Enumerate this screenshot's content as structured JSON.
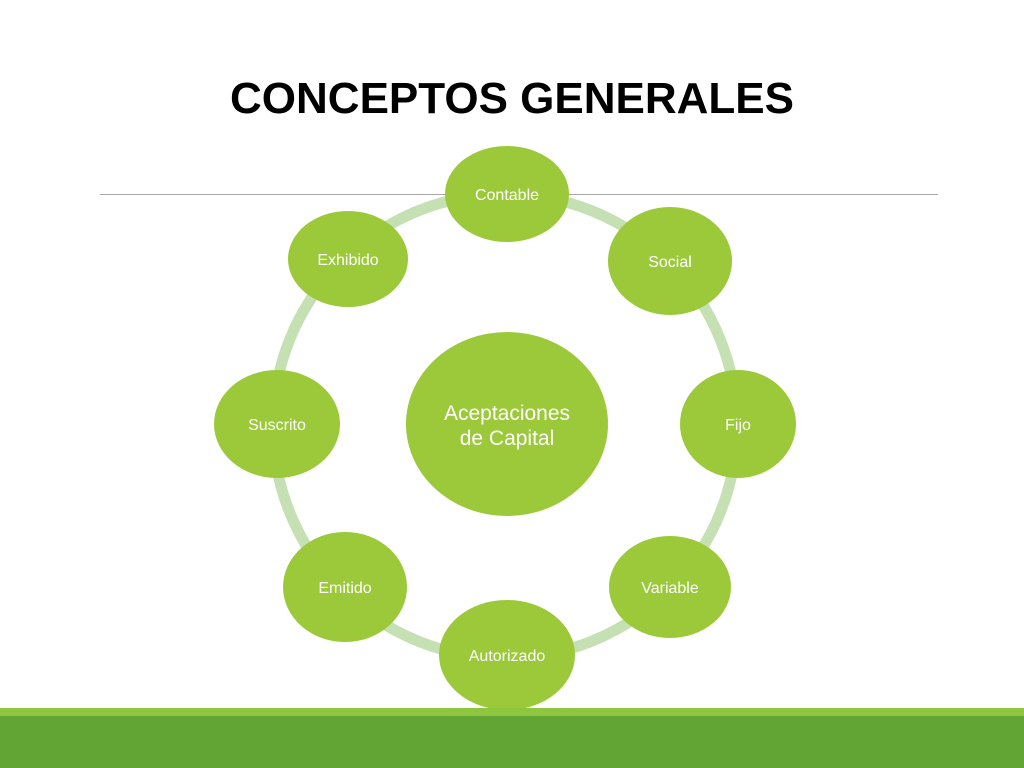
{
  "slide": {
    "title": "CONCEPTOS GENERALES"
  },
  "diagram": {
    "center": {
      "line1": "Aceptaciones",
      "line2": "de Capital"
    },
    "nodes": [
      "Contable",
      "Social",
      "Fijo",
      "Variable",
      "Autorizado",
      "Emitido",
      "Suscrito",
      "Exhibido"
    ]
  },
  "colors": {
    "node_fill": "#9bc93a",
    "ring": "#c5e0b3",
    "footer_light": "#8fc63f",
    "footer_dark": "#63a535",
    "title_text": "#000000",
    "label_text": "#ffffff"
  }
}
